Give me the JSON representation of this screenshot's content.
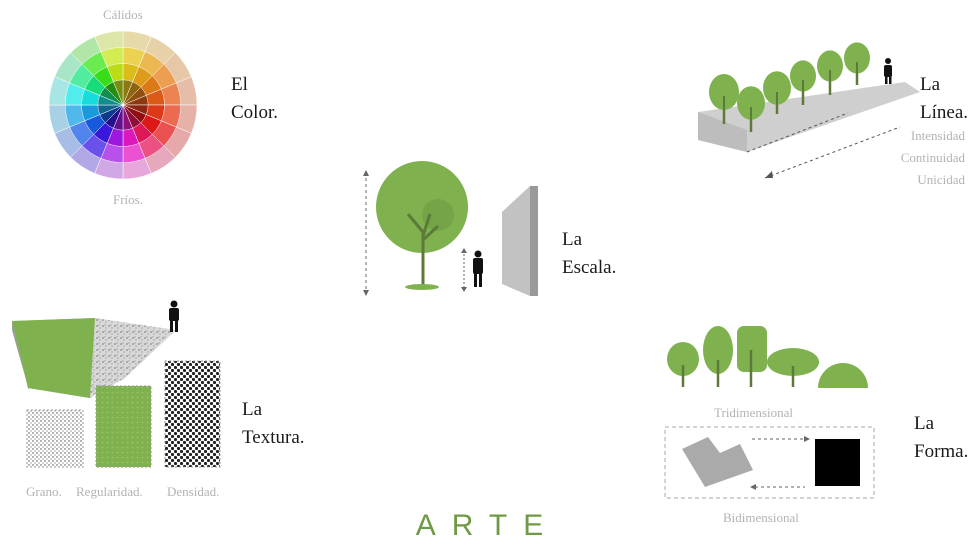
{
  "color": {
    "label_line1": "El",
    "label_line2": "Color.",
    "warm_label": "Cálidos",
    "cool_label": "Fríos."
  },
  "linea": {
    "label_line1": "La",
    "label_line2": "Línea.",
    "qualities": [
      "Intensidad",
      "Continuidad",
      "Unicidad"
    ]
  },
  "escala": {
    "label_line1": "La",
    "label_line2": "Escala."
  },
  "textura": {
    "label_line1": "La",
    "label_line2": "Textura.",
    "captions": [
      "Grano.",
      "Regularidad.",
      "Densidad."
    ]
  },
  "forma": {
    "label_line1": "La",
    "label_line2": "Forma.",
    "tridimensional": "Tridimensional",
    "bidimensional": "Bidimensional"
  },
  "title": "ARTE",
  "colors": {
    "accent_green": "#6f9a45",
    "tree_green": "#7fb24e",
    "trunk_green": "#5e8a36",
    "path_grey": "#c8c8c8",
    "caption_grey": "#b3b3b3"
  }
}
